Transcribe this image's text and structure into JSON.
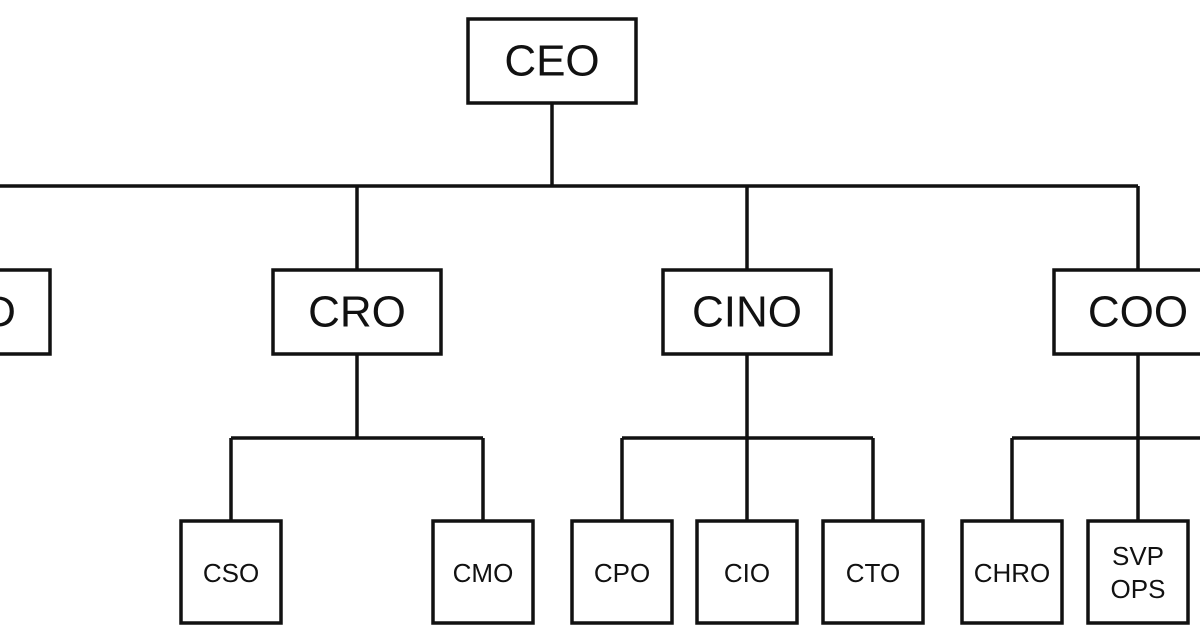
{
  "org_chart": {
    "root": "CEO",
    "level_2": [
      {
        "id": "left-edge",
        "label": "D"
      },
      {
        "id": "cro",
        "label": "CRO"
      },
      {
        "id": "cino",
        "label": "CINO"
      },
      {
        "id": "coo",
        "label": "COO"
      }
    ],
    "reports": {
      "cro": [
        "CSO",
        "CMO"
      ],
      "cino": [
        "CPO",
        "CIO",
        "CTO"
      ],
      "coo": [
        "CHRO",
        "SVP OPS"
      ]
    },
    "svp_ops_lines": [
      "SVP",
      "OPS"
    ]
  },
  "colors": {
    "line": "#111111",
    "box_fill": "#ffffff",
    "text": "#111111"
  }
}
